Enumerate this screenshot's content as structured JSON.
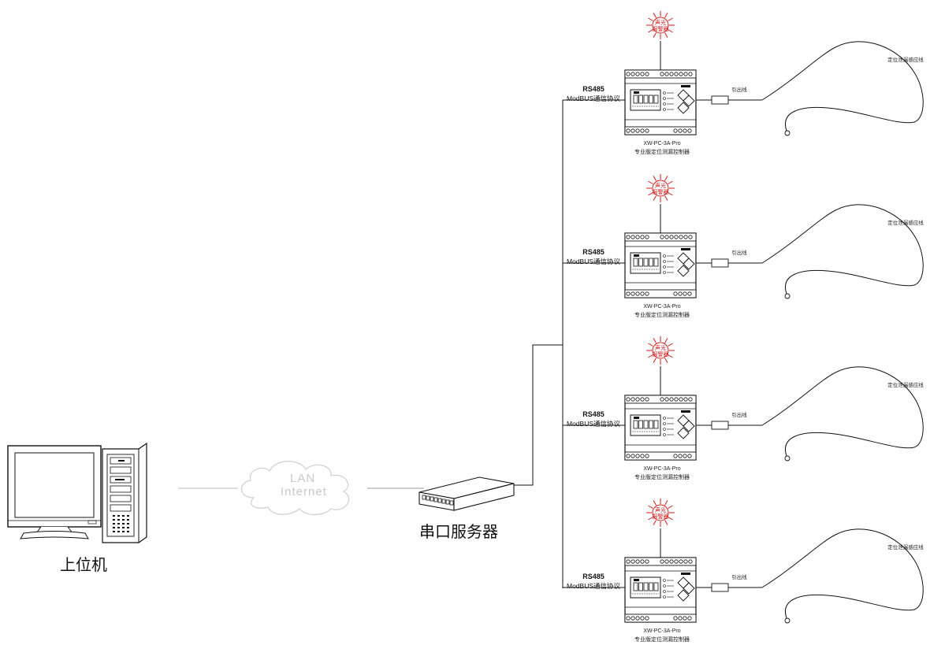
{
  "computer": {
    "label": "上位机"
  },
  "network": {
    "line1": "LAN",
    "line2": "Internet"
  },
  "server": {
    "label": "串口服务器"
  },
  "devices": [
    {
      "rs485": "RS485",
      "protocol": "ModBUS通信协议",
      "alarm_line1": "声光",
      "alarm_line2": "报警器",
      "model": "XW-PC-3A-Pro",
      "name": "专业版定位测漏控制器",
      "lead": "引出线",
      "sensor": "定位泄漏感应线"
    },
    {
      "rs485": "RS485",
      "protocol": "ModBUS通信协议",
      "alarm_line1": "声光",
      "alarm_line2": "报警器",
      "model": "XW-PC-3A-Pro",
      "name": "专业版定位测漏控制器",
      "lead": "引出线",
      "sensor": "定位泄漏感应线"
    },
    {
      "rs485": "RS485",
      "protocol": "ModBUS通信协议",
      "alarm_line1": "声光",
      "alarm_line2": "报警器",
      "model": "XW-PC-3A-Pro",
      "name": "专业版定位测漏控制器",
      "lead": "引出线",
      "sensor": "定位泄漏感应线"
    },
    {
      "rs485": "RS485",
      "protocol": "ModBUS通信协议",
      "alarm_line1": "声光",
      "alarm_line2": "报警器",
      "model": "XW-PC-3A-Pro",
      "name": "专业版定位测漏控制器",
      "lead": "引出线",
      "sensor": "定位泄漏感应线"
    }
  ],
  "colors": {
    "alarm": "#d21a1a",
    "line": "#111111",
    "cloud": "#c9c9c9"
  }
}
